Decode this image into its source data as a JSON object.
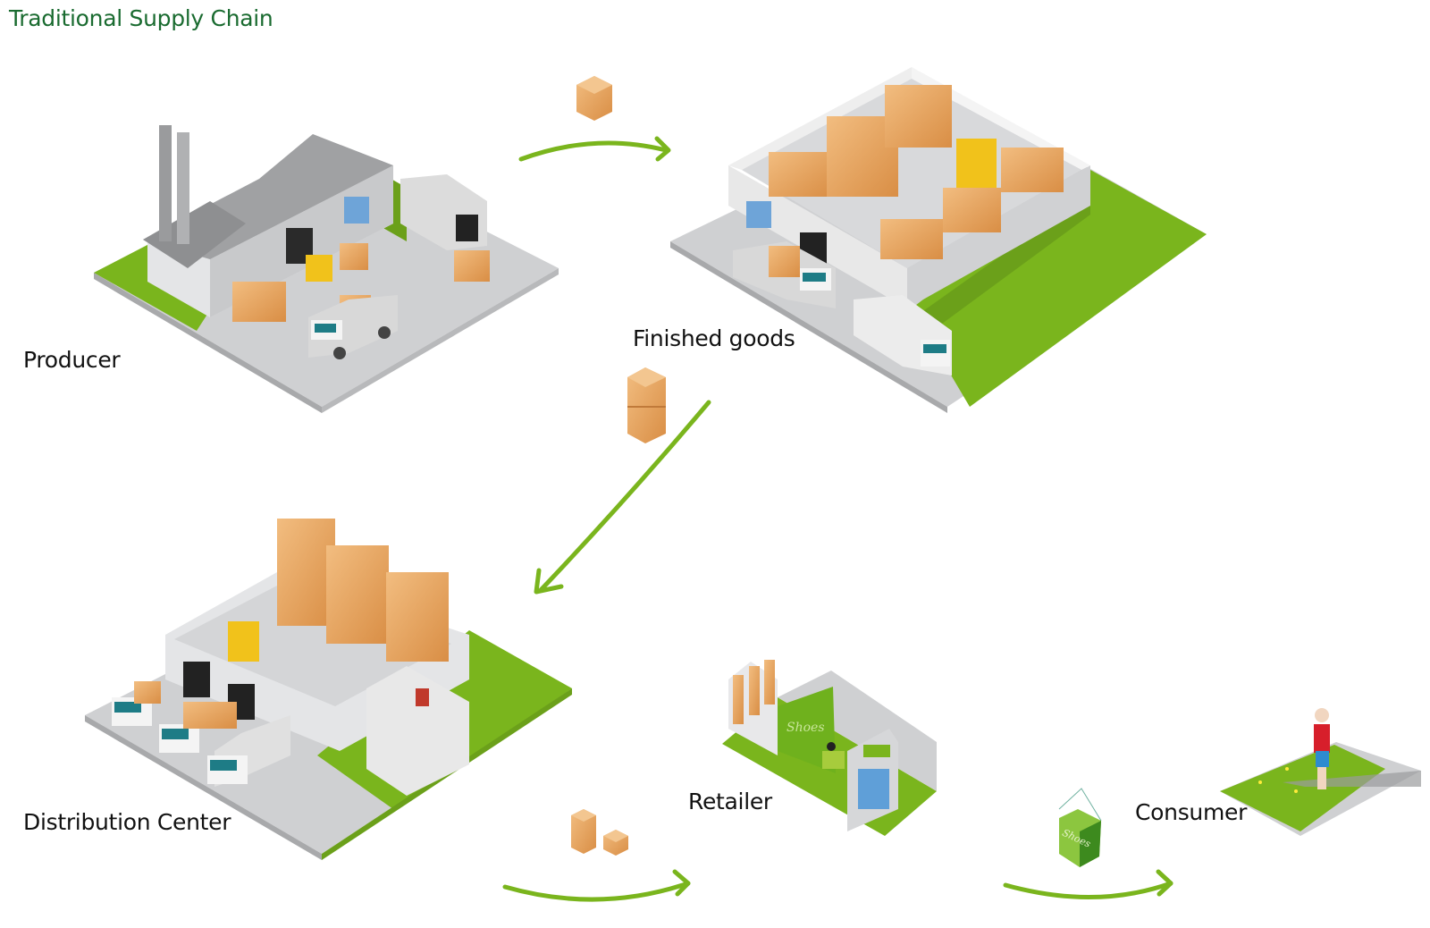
{
  "title": "Traditional Supply Chain",
  "stages": [
    {
      "id": "producer",
      "label": "Producer"
    },
    {
      "id": "finished-goods",
      "label": "Finished goods"
    },
    {
      "id": "distribution-center",
      "label": "Distribution Center"
    },
    {
      "id": "retailer",
      "label": "Retailer"
    },
    {
      "id": "consumer",
      "label": "Consumer"
    }
  ],
  "flows": [
    {
      "from": "producer",
      "to": "finished-goods",
      "cargo": "single pallet of boxes"
    },
    {
      "from": "finished-goods",
      "to": "distribution-center",
      "cargo": "two stacked pallets"
    },
    {
      "from": "distribution-center",
      "to": "retailer",
      "cargo": "stacked cartons"
    },
    {
      "from": "retailer",
      "to": "consumer",
      "cargo": "shopping bag"
    }
  ],
  "signage": {
    "store_sign": "Shoes",
    "bag_text": "Shoes"
  },
  "colors": {
    "title": "#1a6b30",
    "arrow": "#7ab51d",
    "grass": "#7ab51d",
    "ground": "#cfd0d2",
    "box": "#e8a862"
  }
}
